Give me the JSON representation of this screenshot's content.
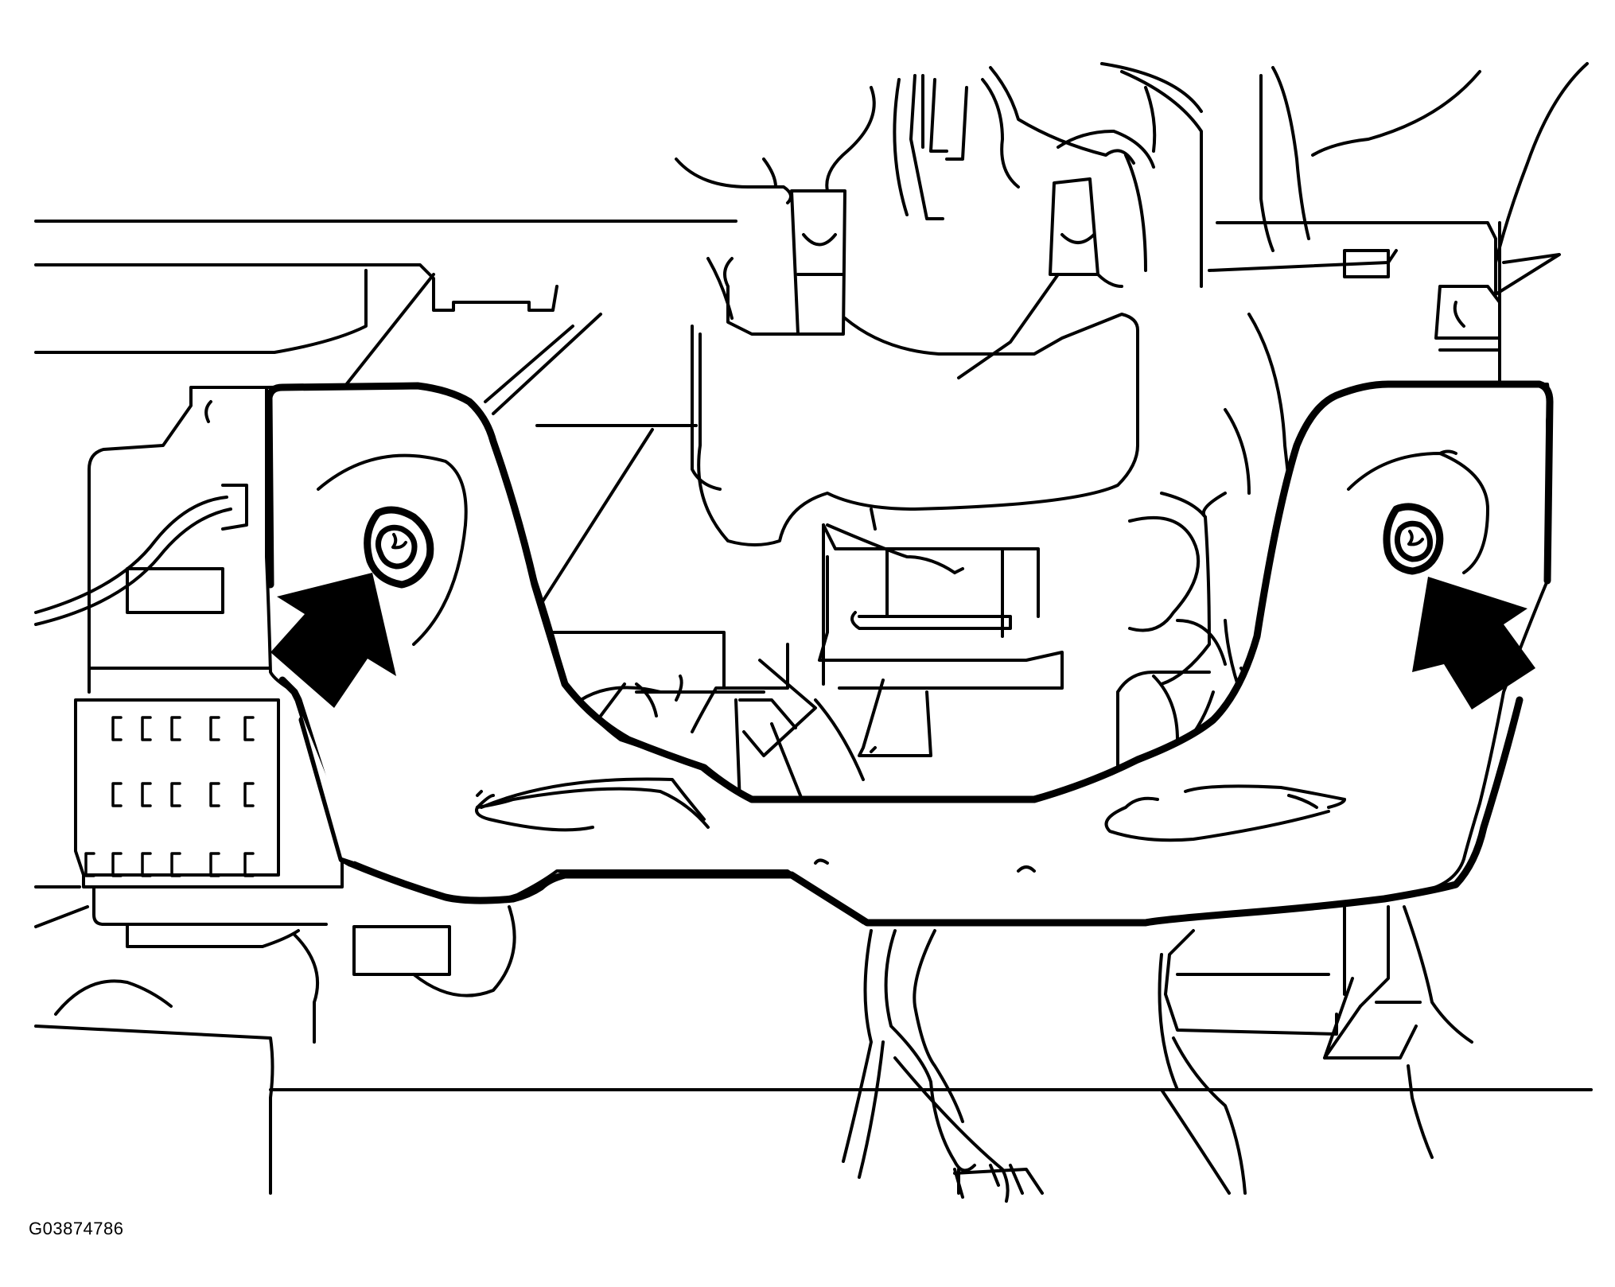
{
  "figure": {
    "id_label": "G03874786",
    "line_color": "#000000",
    "background": "#ffffff",
    "callouts": [
      "arrow-left",
      "arrow-right"
    ],
    "fasteners": [
      "bolt-left",
      "bolt-right"
    ]
  }
}
